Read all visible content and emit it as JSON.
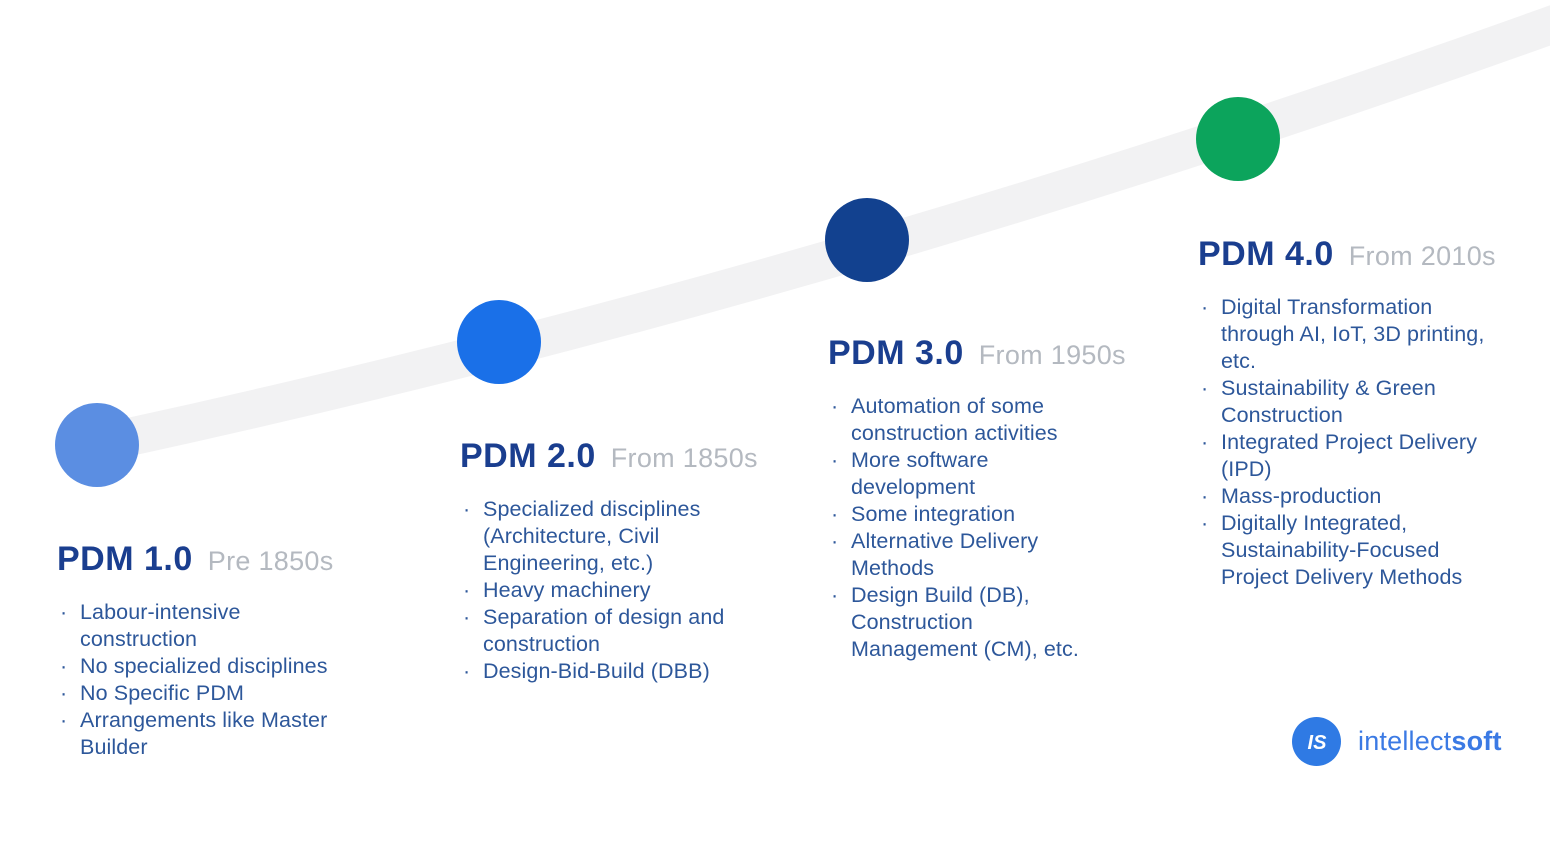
{
  "colors": {
    "background": "#ffffff",
    "band": "#f2f2f3",
    "heading": "#1a3e8f",
    "period_gray": "#b4b9c0",
    "bullet_text": "#2d579a",
    "logo_blue": "#3b7ae4",
    "logo_mark_blue": "#2f7ae4"
  },
  "timeline": {
    "band_color": "#f2f2f3",
    "stages": [
      {
        "title": "PDM 1.0",
        "period": "Pre 1850s",
        "dot_color": "#5b8ee2",
        "bullets": [
          "Labour-intensive construction",
          "No specialized disciplines",
          "No Specific PDM",
          "Arrangements like Master Builder"
        ]
      },
      {
        "title": "PDM 2.0",
        "period": "From 1850s",
        "dot_color": "#1a70e8",
        "bullets": [
          "Specialized disciplines (Architecture, Civil Engineering, etc.)",
          "Heavy machinery",
          "Separation of design and construction",
          "Design-Bid-Build (DBB)"
        ]
      },
      {
        "title": "PDM 3.0",
        "period": "From 1950s",
        "dot_color": "#12418f",
        "bullets": [
          "Automation of some construction activities",
          "More software development",
          "Some integration",
          "Alternative Delivery Methods",
          "Design Build (DB), Construction Management (CM), etc."
        ]
      },
      {
        "title": "PDM 4.0",
        "period": "From 2010s",
        "dot_color": "#0ca45c",
        "bullets": [
          "Digital Transformation through AI, IoT, 3D printing, etc.",
          "Sustainability & Green Construction",
          "Integrated Project Delivery (IPD)",
          "Mass-production",
          "Digitally Integrated, Sustainability-Focused Project Delivery Methods"
        ]
      }
    ]
  },
  "branding": {
    "logo_glyph": "IS",
    "text_regular": "intellect",
    "text_bold": "soft"
  }
}
